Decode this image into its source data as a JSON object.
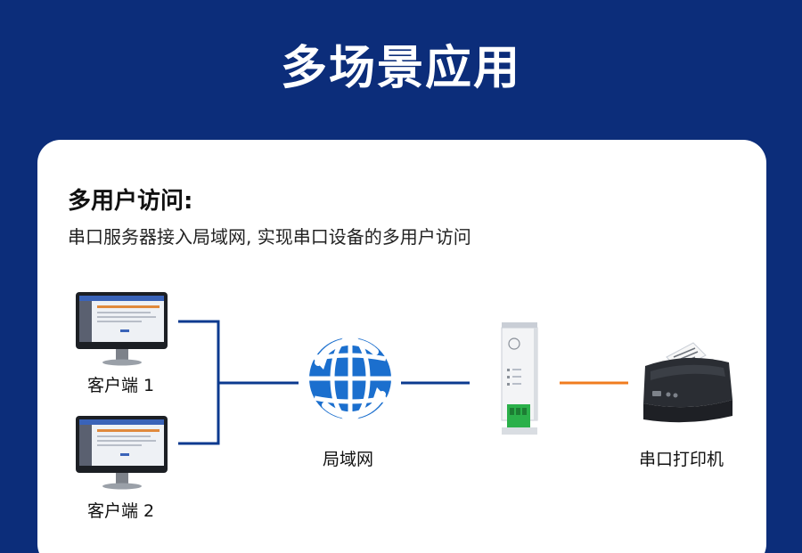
{
  "header": {
    "title": "多场景应用"
  },
  "section": {
    "heading": "多用户访问:",
    "description": "串口服务器接入局域网, 实现串口设备的多用户访问"
  },
  "nodes": {
    "client1": {
      "label": "客户端 1"
    },
    "client2": {
      "label": "客户端 2"
    },
    "lan": {
      "label": "局域网"
    },
    "printer": {
      "label": "串口打印机"
    }
  },
  "colors": {
    "background": "#0c2d7a",
    "card": "#ffffff",
    "network_line": "#0b3a8f",
    "serial_line": "#f07c1f",
    "globe": "#1b6fce",
    "module_green": "#2bb04a"
  },
  "icons": [
    "monitor-icon",
    "globe-icon",
    "serial-server-device-icon",
    "receipt-printer-icon"
  ]
}
